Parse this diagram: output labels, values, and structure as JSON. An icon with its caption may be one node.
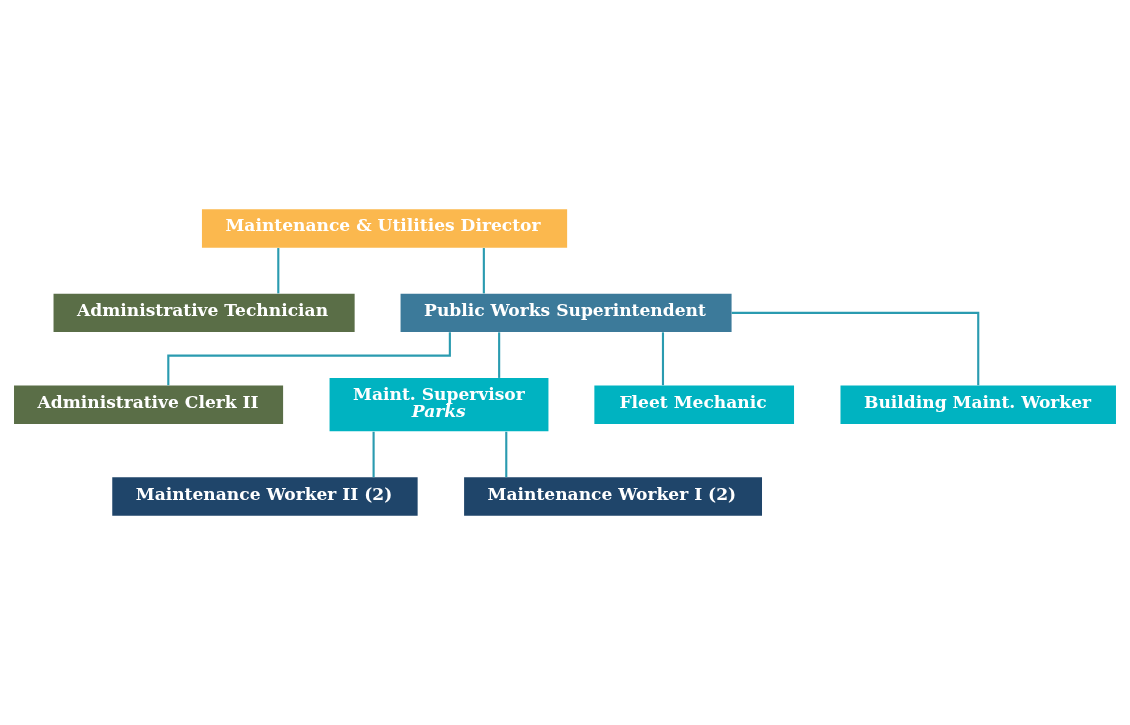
{
  "diagram": {
    "nodes": [
      {
        "text": [
          "Maintenance & Utilities Director"
        ]
      },
      {
        "text": [
          "Administrative Technician"
        ]
      },
      {
        "text": [
          "Public Works Superintendent"
        ]
      },
      {
        "text": [
          "Administrative Clerk II"
        ]
      },
      {
        "text": [
          "Maint. Supervisor",
          "Parks"
        ]
      },
      {
        "text": [
          "Fleet Mechanic"
        ]
      },
      {
        "text": [
          "Building Maint. Worker"
        ]
      },
      {
        "text": [
          "Maintenance Worker II (2)"
        ]
      },
      {
        "text": [
          "Maintenance Worker I (2)"
        ]
      }
    ],
    "edges": [
      {
        "from": 0,
        "to": 1,
        "arrow": "none"
      },
      {
        "from": 0,
        "to": 2,
        "arrow": "none"
      },
      {
        "from": 2,
        "to": 3,
        "arrow": "none"
      },
      {
        "from": 2,
        "to": 4,
        "arrow": "none"
      },
      {
        "from": 2,
        "to": 5,
        "arrow": "none"
      },
      {
        "from": 2,
        "to": 6,
        "arrow": "none"
      },
      {
        "from": 4,
        "to": 7,
        "arrow": "none"
      },
      {
        "from": 4,
        "to": 8,
        "arrow": "none"
      }
    ]
  }
}
